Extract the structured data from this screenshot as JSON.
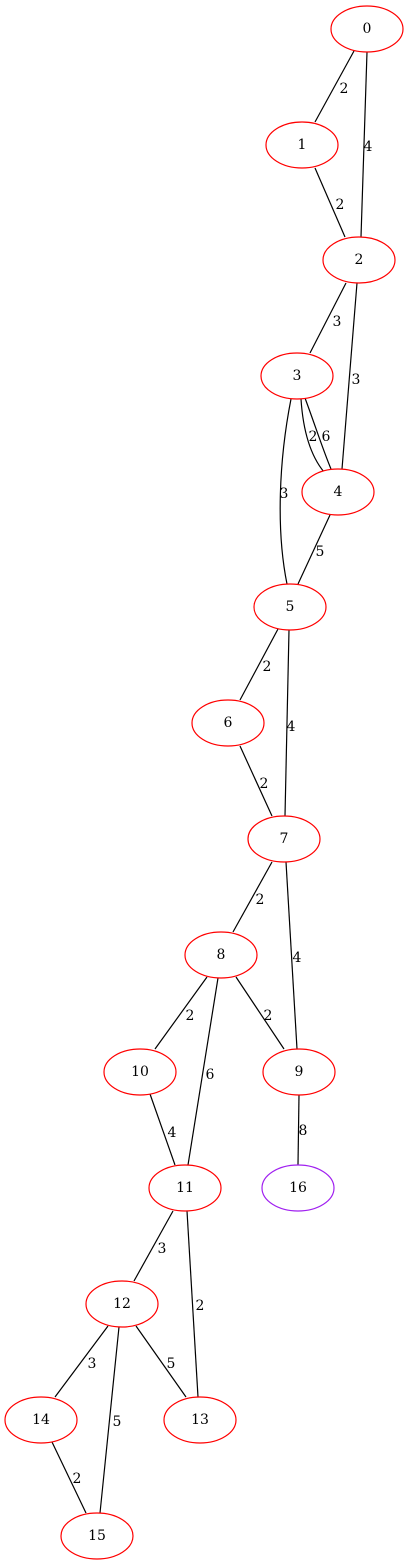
{
  "graph": {
    "colors": {
      "node_default": "#ff0000",
      "node_highlight": "#a020f0",
      "edge": "#000000",
      "background": "#ffffff"
    },
    "nodes": [
      {
        "id": "0",
        "label": "0",
        "color": "#ff0000"
      },
      {
        "id": "1",
        "label": "1",
        "color": "#ff0000"
      },
      {
        "id": "2",
        "label": "2",
        "color": "#ff0000"
      },
      {
        "id": "3",
        "label": "3",
        "color": "#ff0000"
      },
      {
        "id": "4",
        "label": "4",
        "color": "#ff0000"
      },
      {
        "id": "5",
        "label": "5",
        "color": "#ff0000"
      },
      {
        "id": "6",
        "label": "6",
        "color": "#ff0000"
      },
      {
        "id": "7",
        "label": "7",
        "color": "#ff0000"
      },
      {
        "id": "8",
        "label": "8",
        "color": "#ff0000"
      },
      {
        "id": "9",
        "label": "9",
        "color": "#ff0000"
      },
      {
        "id": "10",
        "label": "10",
        "color": "#ff0000"
      },
      {
        "id": "11",
        "label": "11",
        "color": "#ff0000"
      },
      {
        "id": "12",
        "label": "12",
        "color": "#ff0000"
      },
      {
        "id": "13",
        "label": "13",
        "color": "#ff0000"
      },
      {
        "id": "14",
        "label": "14",
        "color": "#ff0000"
      },
      {
        "id": "15",
        "label": "15",
        "color": "#ff0000"
      },
      {
        "id": "16",
        "label": "16",
        "color": "#a020f0"
      }
    ],
    "edges": [
      {
        "from": "0",
        "to": "1",
        "weight": "2"
      },
      {
        "from": "0",
        "to": "2",
        "weight": "4"
      },
      {
        "from": "1",
        "to": "2",
        "weight": "2"
      },
      {
        "from": "2",
        "to": "3",
        "weight": "3"
      },
      {
        "from": "2",
        "to": "4",
        "weight": "3"
      },
      {
        "from": "3",
        "to": "4",
        "weight": "2"
      },
      {
        "from": "3",
        "to": "4",
        "weight": "6"
      },
      {
        "from": "3",
        "to": "5",
        "weight": "3"
      },
      {
        "from": "4",
        "to": "5",
        "weight": "5"
      },
      {
        "from": "5",
        "to": "6",
        "weight": "2"
      },
      {
        "from": "5",
        "to": "7",
        "weight": "4"
      },
      {
        "from": "6",
        "to": "7",
        "weight": "2"
      },
      {
        "from": "7",
        "to": "8",
        "weight": "2"
      },
      {
        "from": "7",
        "to": "9",
        "weight": "4"
      },
      {
        "from": "8",
        "to": "10",
        "weight": "2"
      },
      {
        "from": "8",
        "to": "9",
        "weight": "2"
      },
      {
        "from": "8",
        "to": "11",
        "weight": "6"
      },
      {
        "from": "9",
        "to": "16",
        "weight": "8"
      },
      {
        "from": "10",
        "to": "11",
        "weight": "4"
      },
      {
        "from": "11",
        "to": "12",
        "weight": "3"
      },
      {
        "from": "11",
        "to": "13",
        "weight": "2"
      },
      {
        "from": "12",
        "to": "14",
        "weight": "3"
      },
      {
        "from": "12",
        "to": "15",
        "weight": "5"
      },
      {
        "from": "12",
        "to": "13",
        "weight": "5"
      },
      {
        "from": "14",
        "to": "15",
        "weight": "2"
      }
    ]
  }
}
